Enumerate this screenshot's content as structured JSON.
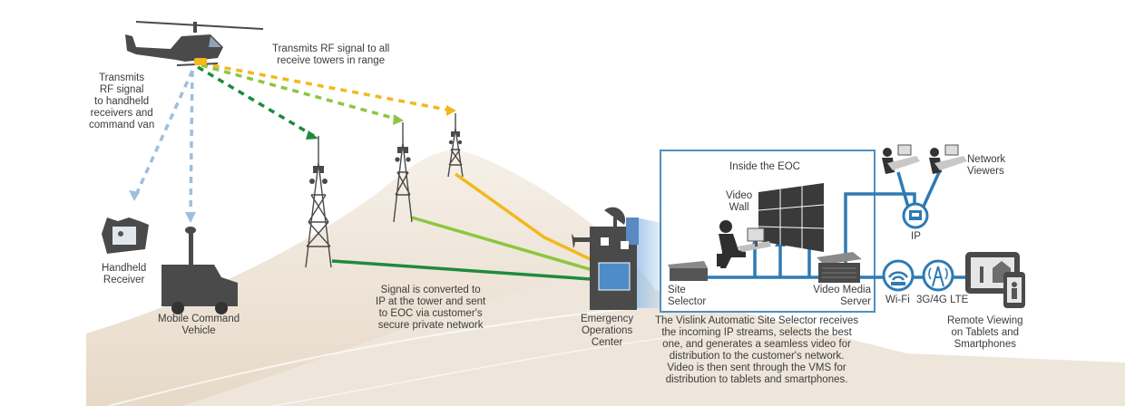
{
  "labels": {
    "heli_rf": [
      "Transmits",
      "RF signal",
      "to handheld",
      "receivers and",
      "command van"
    ],
    "towers_rf": [
      "Transmits RF signal to all",
      "receive towers in range"
    ],
    "handheld": [
      "Handheld",
      "Receiver"
    ],
    "mobile": [
      "Mobile Command",
      "Vehicle"
    ],
    "tower_ip": [
      "Signal is converted to",
      "IP at the tower and sent",
      "to EOC via customer's",
      "secure private network"
    ],
    "eoc": [
      "Emergency",
      "Operations",
      "Center"
    ],
    "inside_eoc": "Inside the EOC",
    "video_wall": [
      "Video",
      "Wall"
    ],
    "site_selector": [
      "Site",
      "Selector"
    ],
    "vms": [
      "Video Media",
      "Server"
    ],
    "eoc_desc": [
      "The Vislink Automatic Site Selector receives",
      "the incoming IP streams, selects the best",
      "one, and generates a seamless video for",
      "distribution to the customer's network.",
      "Video is then sent through the VMS for",
      "distribution to tablets and smartphones."
    ],
    "network_viewers": [
      "Network",
      "Viewers"
    ],
    "ip": "IP",
    "wifi": "Wi-Fi",
    "lte": "3G/4G LTE",
    "remote": [
      "Remote Viewing",
      "on Tablets and",
      "Smartphones"
    ]
  },
  "colors": {
    "orange": "#f2b81c",
    "light_green": "#8cc63f",
    "dark_green": "#1f8a3c",
    "blue_dots": "#9dbfe0",
    "network_blue": "#2e7ab4",
    "eoc_border": "#4f8fc0",
    "hill": "#ece2d6",
    "equipment": "#4a4a4a"
  },
  "icons": [
    "helicopter-icon",
    "tower-icon",
    "handheld-receiver-icon",
    "command-van-icon",
    "satellite-dish-icon",
    "eoc-building-icon",
    "video-wall-icon",
    "operator-icon",
    "site-selector-icon",
    "vms-server-icon",
    "network-viewer-icon",
    "ip-router-icon",
    "wifi-icon",
    "lte-icon",
    "tablet-icon",
    "smartphone-icon"
  ]
}
